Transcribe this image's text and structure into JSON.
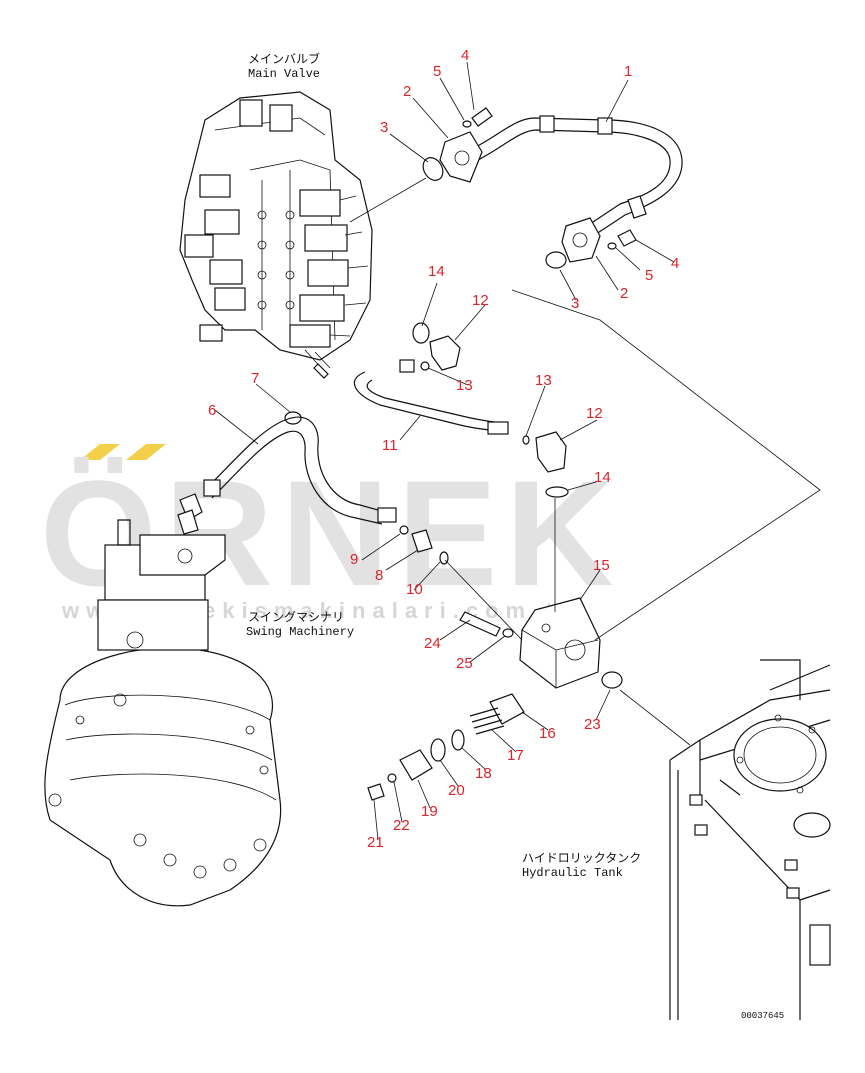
{
  "labels": {
    "main_valve_jp": "メインバルブ",
    "main_valve_en": "Main Valve",
    "swing_jp": "スイングマシナリ",
    "swing_en": "Swing Machinery",
    "tank_jp": "ハイドロリックタンク",
    "tank_en": "Hydraulic Tank"
  },
  "drawing_id": "00037645",
  "watermark": {
    "brand": "ÖRNEK",
    "url": "www.ornekismakinalari.com.tr"
  },
  "parts": [
    "1",
    "2",
    "3",
    "4",
    "5",
    "2",
    "3",
    "4",
    "5",
    "6",
    "7",
    "8",
    "9",
    "10",
    "11",
    "12",
    "13",
    "14",
    "12",
    "13",
    "14",
    "15",
    "16",
    "17",
    "18",
    "19",
    "20",
    "21",
    "22",
    "23",
    "24",
    "25"
  ],
  "colors": {
    "part_number": "#d8262c",
    "line": "#111111",
    "watermark": "#e2e2e2",
    "watermark_accent": "#f3cf4a"
  }
}
